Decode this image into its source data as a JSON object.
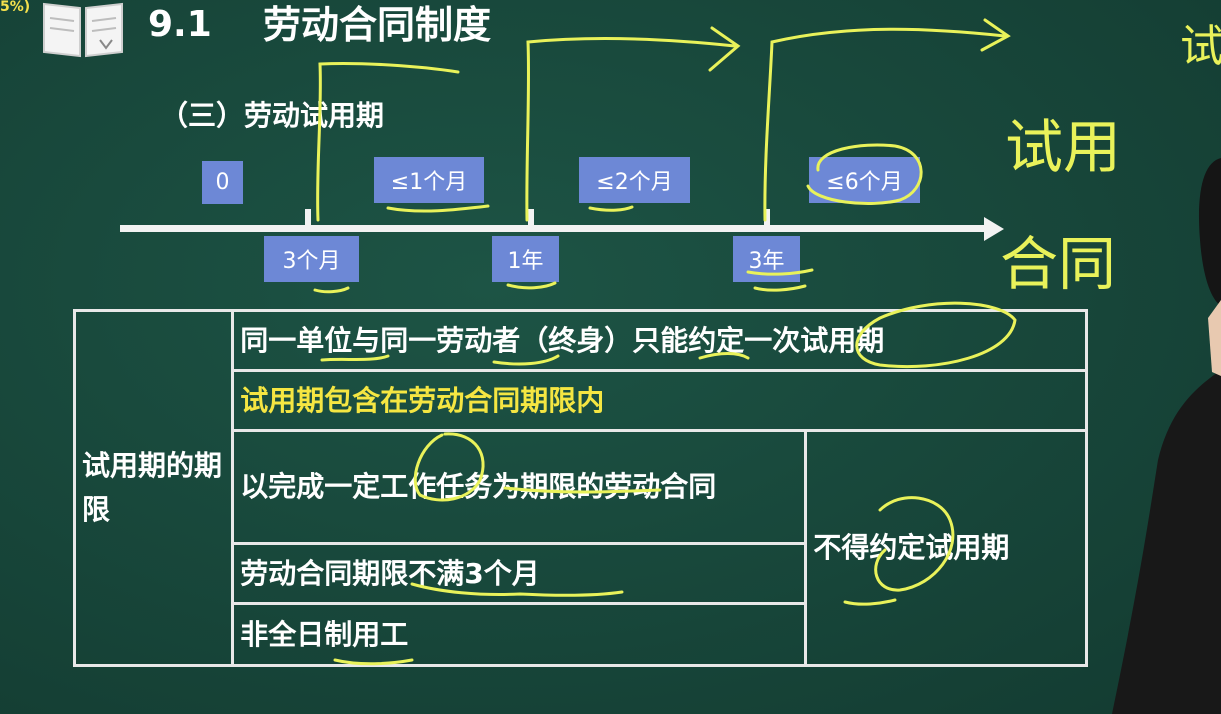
{
  "corner_tag": "5%)",
  "header": {
    "section_number": "9.1",
    "section_title": "劳动合同制度"
  },
  "subtitle": "（三）劳动试用期",
  "timeline": {
    "above": [
      "0",
      "≤1个月",
      "≤2个月",
      "≤6个月"
    ],
    "below": [
      "3个月",
      "1年",
      "3年"
    ]
  },
  "table": {
    "row_label": "试用期的期限",
    "rows": [
      "同一单位与同一劳动者（终身）只能约定一次试用期",
      "试用期包含在劳动合同期限内",
      "以完成一定工作任务为期限的劳动合同",
      "劳动合同期限不满3个月",
      "非全日制用工"
    ],
    "merged_note": "不得约定试用期"
  },
  "handwritten": {
    "top_right": "试",
    "line1": "试用",
    "line2": "合同"
  },
  "colors": {
    "board": "#1a4a3d",
    "timeline_box": "#6d88d6",
    "highlight_text": "#f5e642",
    "ink": "#e9f25a"
  }
}
